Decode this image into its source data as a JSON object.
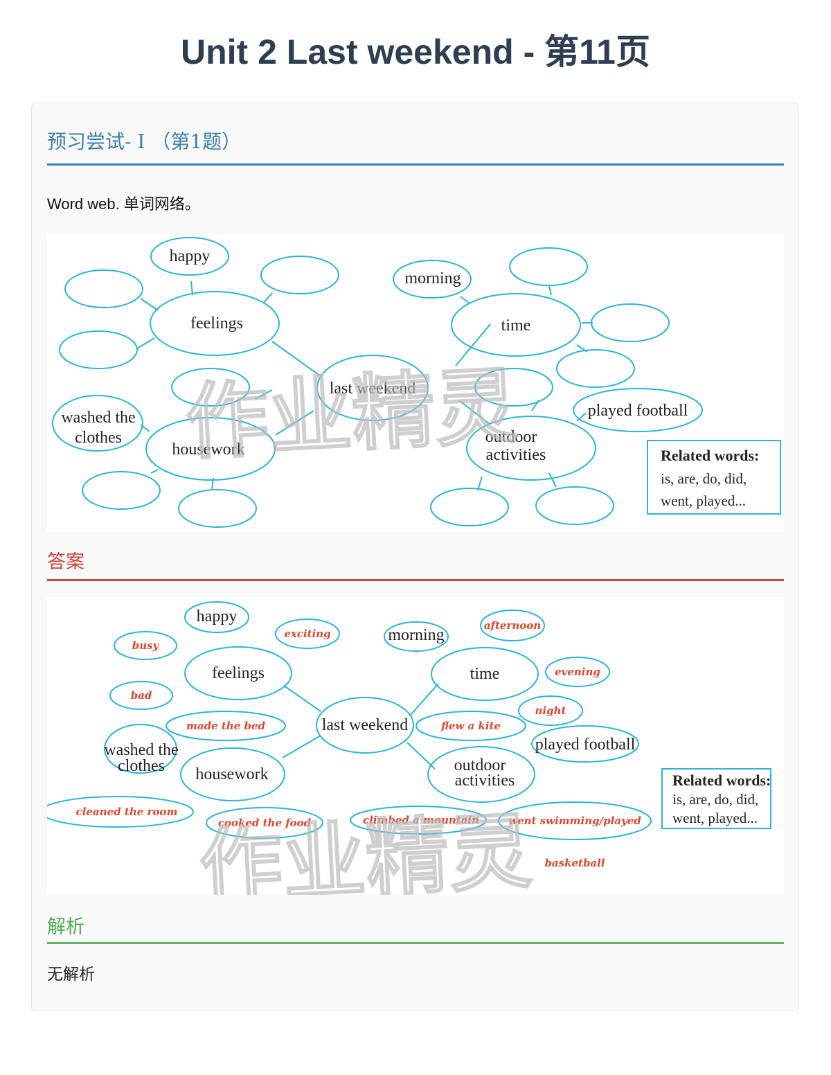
{
  "page": {
    "title": "Unit 2 Last weekend - 第11页"
  },
  "question": {
    "heading": "预习尝试- I （第1题）",
    "prompt": "Word web. 单词网络。",
    "web": {
      "center": "last weekend",
      "feelings": {
        "label": "feelings",
        "given": [
          "happy"
        ]
      },
      "time": {
        "label": "time",
        "given": [
          "morning"
        ]
      },
      "housework": {
        "label": "housework",
        "given_line1": "washed the",
        "given_line2": "clothes"
      },
      "outdoor": {
        "label_line1": "outdoor",
        "label_line2": "activities",
        "given": [
          "played football"
        ]
      },
      "related": {
        "title": "Related words:",
        "line1": "is, are, do, did,",
        "line2": "went, played..."
      }
    }
  },
  "answer": {
    "heading": "答案",
    "fills": {
      "feelings": [
        "busy",
        "exciting",
        "bad"
      ],
      "time": [
        "afternoon",
        "evening",
        "night"
      ],
      "housework": [
        "made the bed",
        "cleaned the room",
        "cooked the food"
      ],
      "outdoor": [
        "flew a kite",
        "climbed a mountain",
        "went swimming/played",
        "basketball"
      ]
    }
  },
  "analysis": {
    "heading": "解析",
    "text": "无解析"
  },
  "watermark": "作业精灵",
  "colors": {
    "ellipse": "#2bb5d8",
    "answer_text": "#e0452b",
    "title": "#2c3e50"
  }
}
